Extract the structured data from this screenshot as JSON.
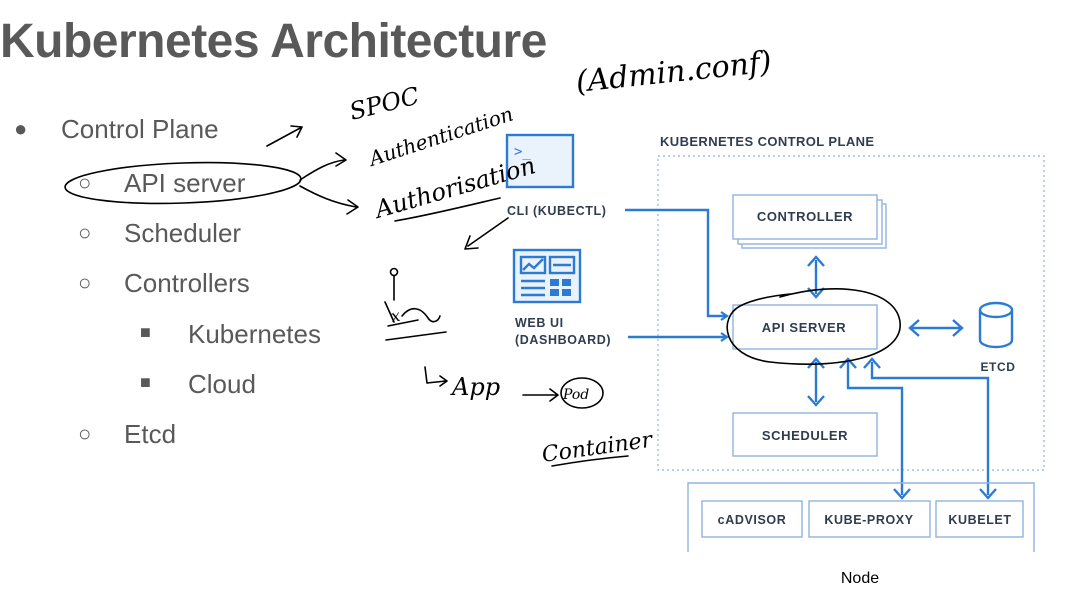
{
  "slide": {
    "title": "Kubernetes Architecture",
    "bullets": {
      "l1": "Control Plane",
      "api": "API server",
      "scheduler": "Scheduler",
      "controllers": "Controllers",
      "kubernetes": "Kubernetes",
      "cloud": "Cloud",
      "etcd": "Etcd"
    },
    "markers": {
      "disc": "●",
      "circle": "○",
      "square": "■"
    }
  },
  "diagram": {
    "control_plane_label": "KUBERNETES CONTROL PLANE",
    "cli_label": "CLI (KUBECTL)",
    "web_ui_label_1": "WEB UI",
    "web_ui_label_2": "(DASHBOARD)",
    "controller": "CONTROLLER",
    "api_server": "API SERVER",
    "scheduler": "SCHEDULER",
    "etcd": "ETCD",
    "node_components": [
      "cADVISOR",
      "KUBE-PROXY",
      "KUBELET"
    ],
    "node_caption": "Node",
    "terminal_prompt": ">_",
    "accent_color": "#2b7bd4"
  },
  "handwriting": {
    "admin_conf": "(Admin.conf)",
    "spoc": "SPOC",
    "authentication": "Authentication",
    "authorisation": "Authorisation",
    "app": "App",
    "pod": "Pod",
    "container": "Container"
  }
}
